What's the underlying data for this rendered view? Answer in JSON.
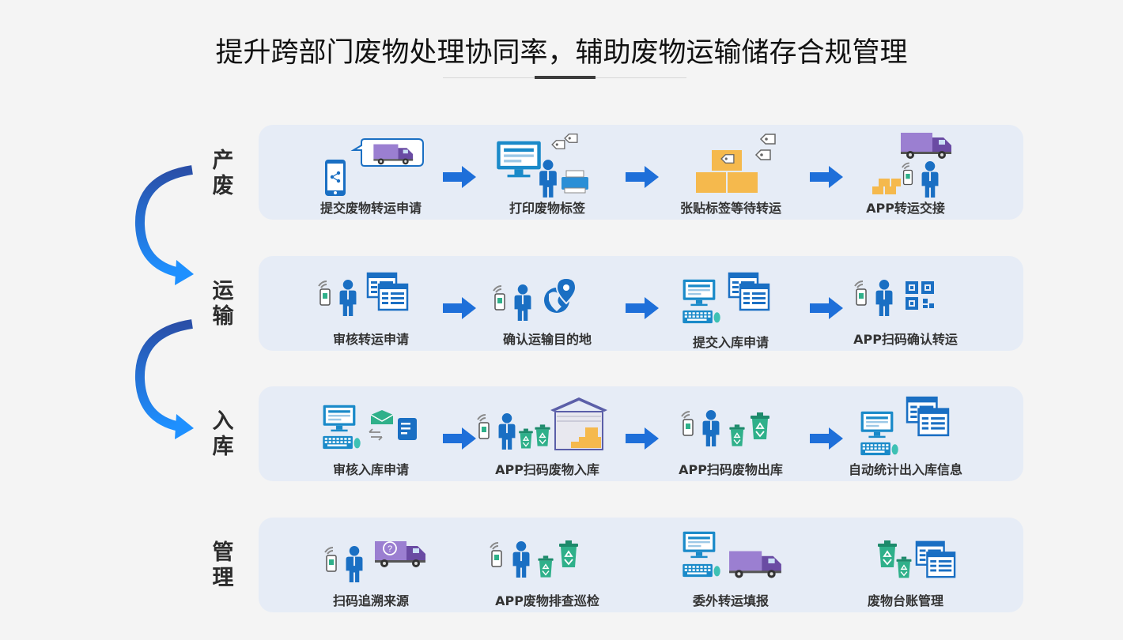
{
  "title": "提升跨部门废物处理协同率，辅助废物运输储存合规管理",
  "colors": {
    "accent_blue": "#1e6fd9",
    "row_bg": "#e6ecf6",
    "icon_blue": "#1a6fc3",
    "truck_purple": "#9b7fd1",
    "box_orange": "#f5b94d",
    "bin_green": "#2fb08a"
  },
  "stages": [
    {
      "label_top": "产",
      "label_bottom": "废",
      "steps": [
        {
          "label": "提交废物转运申请",
          "icon": "phone-truck-icon"
        },
        {
          "label": "打印废物标签",
          "icon": "monitor-printer-icon"
        },
        {
          "label": "张贴标签等待转运",
          "icon": "boxes-tags-icon"
        },
        {
          "label": "APP转运交接",
          "icon": "truck-handover-icon"
        }
      ]
    },
    {
      "label_top": "运",
      "label_bottom": "输",
      "steps": [
        {
          "label": "审核转运申请",
          "icon": "review-docs-icon"
        },
        {
          "label": "确认运输目的地",
          "icon": "location-icon"
        },
        {
          "label": "提交入库申请",
          "icon": "monitor-docs-icon"
        },
        {
          "label": "APP扫码确认转运",
          "icon": "qr-scan-icon"
        }
      ]
    },
    {
      "label_top": "入",
      "label_bottom": "库",
      "steps": [
        {
          "label": "审核入库申请",
          "icon": "monitor-mail-icon"
        },
        {
          "label": "APP扫码废物入库",
          "icon": "warehouse-bins-icon"
        },
        {
          "label": "APP扫码废物出库",
          "icon": "bins-out-icon"
        },
        {
          "label": "自动统计出入库信息",
          "icon": "stats-docs-icon"
        }
      ]
    },
    {
      "label_top": "管",
      "label_bottom": "理",
      "steps": [
        {
          "label": "扫码追溯来源",
          "icon": "trace-truck-icon"
        },
        {
          "label": "APP废物排查巡检",
          "icon": "inspection-bins-icon"
        },
        {
          "label": "委外转运填报",
          "icon": "outsource-truck-icon"
        },
        {
          "label": "废物台账管理",
          "icon": "ledger-icon"
        }
      ]
    }
  ]
}
